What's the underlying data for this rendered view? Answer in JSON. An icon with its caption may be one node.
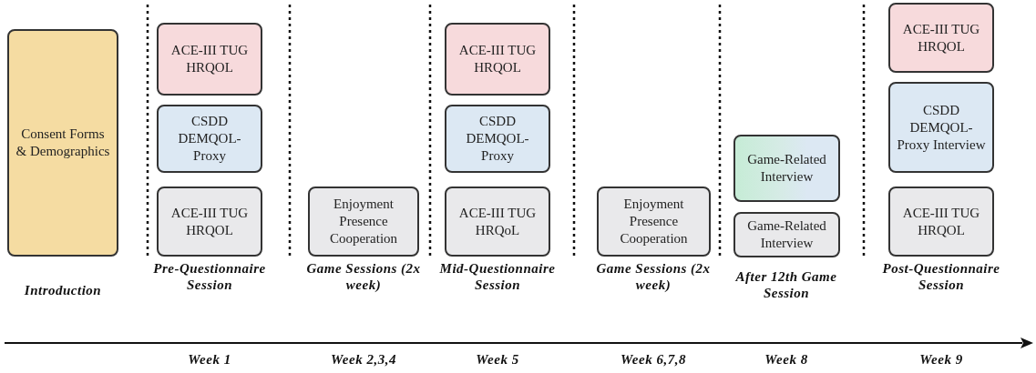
{
  "diagram": {
    "nodes": [
      {
        "text": [
          "Consent Forms & Demographics"
        ]
      },
      {
        "text": [
          "ACE-III TUG HRQOL"
        ]
      },
      {
        "text": [
          "CSDD DEMQOL-Proxy"
        ]
      },
      {
        "text": [
          "ACE-III TUG HRQOL"
        ]
      },
      {
        "text": [
          "Enjoyment Presence Cooperation"
        ]
      },
      {
        "text": [
          "ACE-III TUG HRQOL"
        ]
      },
      {
        "text": [
          "CSDD DEMQOL-Proxy"
        ]
      },
      {
        "text": [
          "ACE-III TUG HRQoL"
        ]
      },
      {
        "text": [
          "Enjoyment Presence Cooperation"
        ]
      },
      {
        "text": [
          "Game-Related Interview"
        ]
      },
      {
        "text": [
          "Game-Related Interview"
        ]
      },
      {
        "text": [
          "ACE-III TUG HRQOL"
        ]
      },
      {
        "text": [
          "CSDD DEMQOL-Proxy Interview"
        ]
      },
      {
        "text": [
          "ACE-III TUG HRQOL"
        ]
      }
    ],
    "edges": [],
    "labels": [
      "Introduction",
      "Pre-Questionnaire Session",
      "Game Sessions (2x week)",
      "Mid-Questionnaire Session",
      "Game Sessions (2x week)",
      "After 12th Game Session",
      "Post-Questionnaire Session",
      "Week 1",
      "Week 2,3,4",
      "Week 5",
      "Week 6,7,8",
      "Week 8",
      "Week 9"
    ]
  }
}
